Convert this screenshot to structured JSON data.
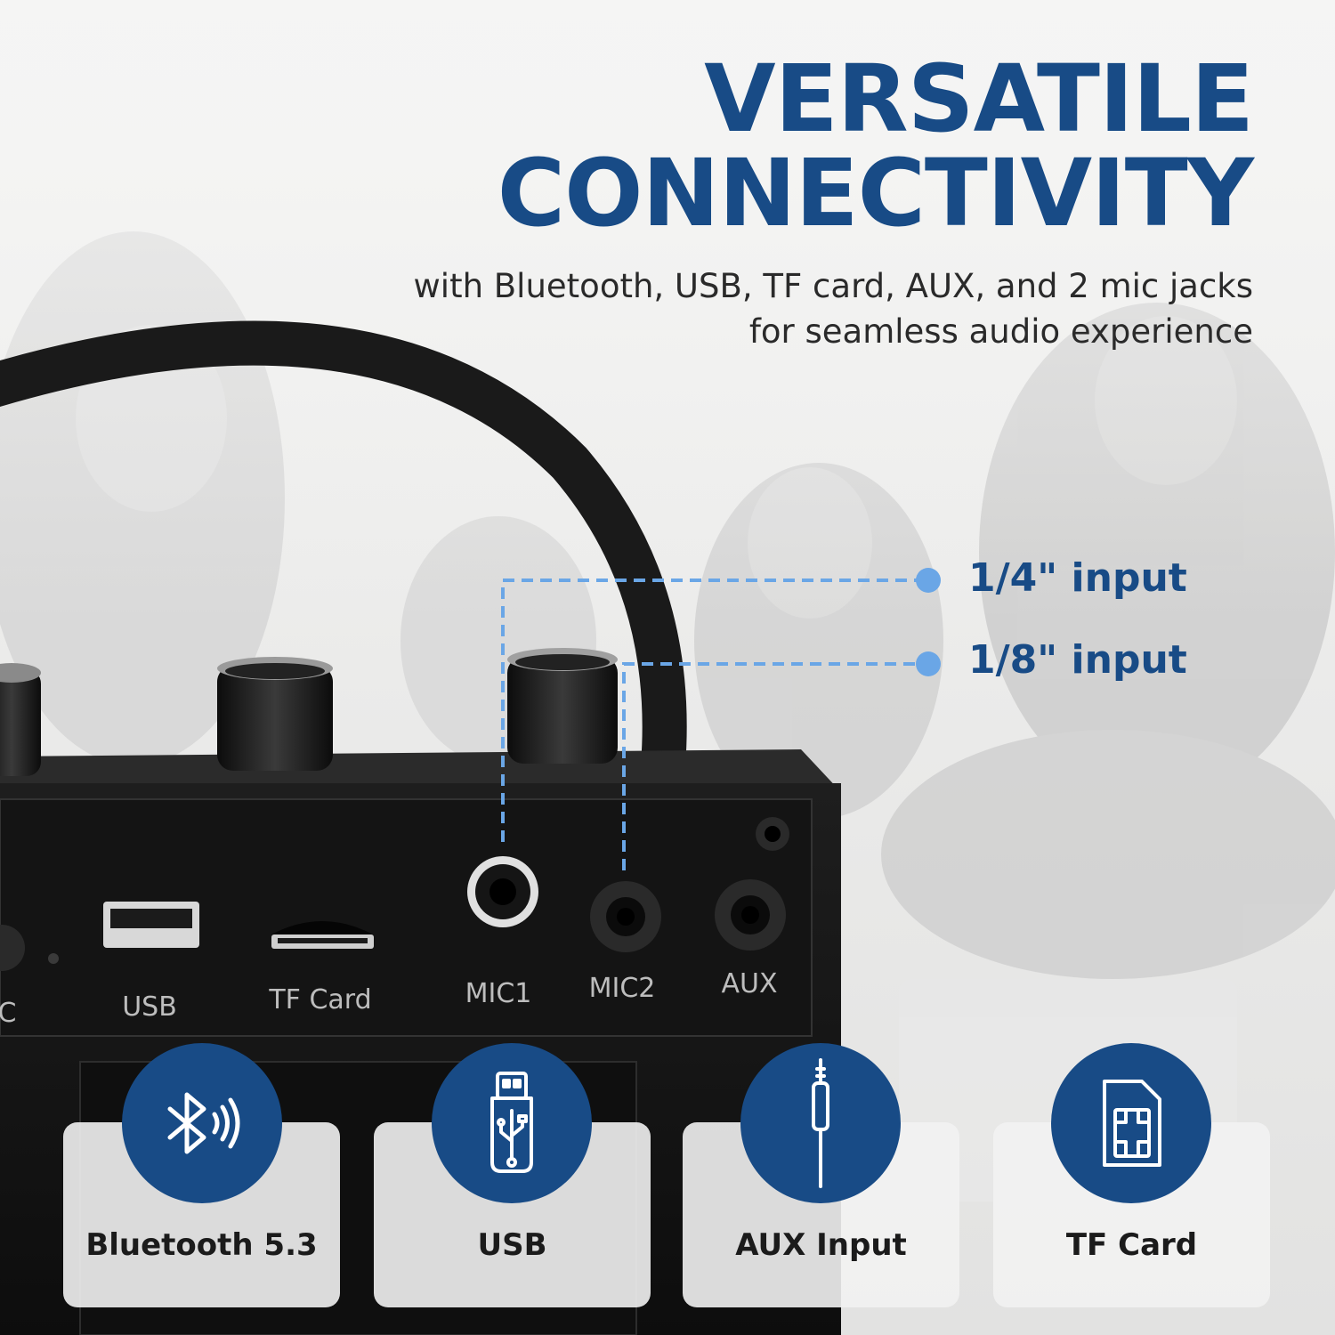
{
  "headline": {
    "line1": "VERSATILE",
    "line2": "CONNECTIVITY"
  },
  "subtitle": {
    "line1": "with Bluetooth, USB, TF card, AUX, and 2 mic jacks",
    "line2": "for seamless audio experience"
  },
  "callouts": {
    "quarter": "1/4\" input",
    "eighth": "1/8\" input"
  },
  "panel_labels": {
    "c": "C",
    "usb": "USB",
    "tf": "TF Card",
    "mic1": "MIC1",
    "mic2": "MIC2",
    "aux": "AUX"
  },
  "features": [
    {
      "label": "Bluetooth 5.3",
      "icon": "bluetooth-icon"
    },
    {
      "label": "USB",
      "icon": "usb-drive-icon"
    },
    {
      "label": "AUX Input",
      "icon": "aux-cable-icon"
    },
    {
      "label": "TF Card",
      "icon": "sd-card-icon"
    }
  ],
  "colors": {
    "accent": "#184b86",
    "callout_line": "#6aa6e6",
    "device": "#121212",
    "background": "#ecebea"
  }
}
